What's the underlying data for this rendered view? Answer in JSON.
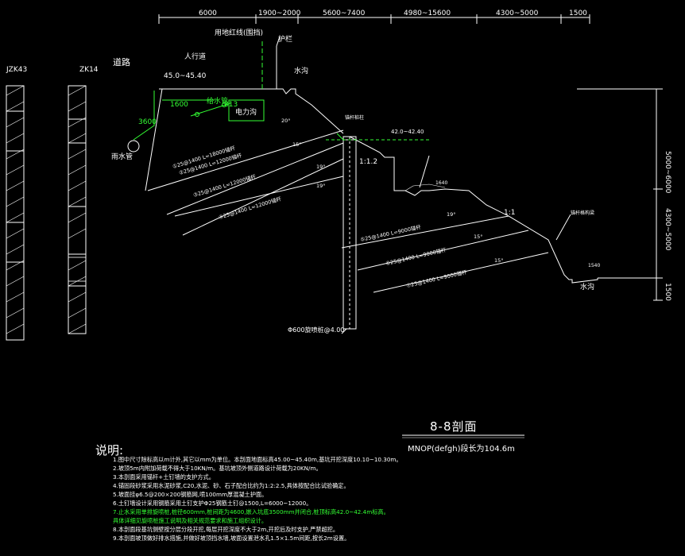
{
  "colors": {
    "background": "#000000",
    "line": "#ffffff",
    "accent_green": "#33ff33",
    "accent_cyan": "#00e0ff"
  },
  "dimensions_top": [
    "6000",
    "1900~2000",
    "5600~7400",
    "4980~15600",
    "4300~5000",
    "1500"
  ],
  "dimensions_right": [
    "5000~6000",
    "4300~5000",
    "1500"
  ],
  "labels": {
    "land_line": "用地红线(围挡)",
    "guardrail": "护栏",
    "sidewalk": "人行道",
    "road": "道路",
    "ditch_top": "水沟",
    "ditch_bottom": "水沟",
    "elevation_top": "45.0~45.40",
    "elevation_mid": "42.0~42.40",
    "water_supply": "给水管",
    "power_ditch": "电力沟",
    "rain_pipe": "雨水管",
    "dim_1600": "1600",
    "dim_3600": "3600",
    "dim_813": "813",
    "slope_ratio_1": "1:1.2",
    "slope_ratio_2": "1:1",
    "pile_label": "Φ600旋喷桩@4.00",
    "anchor_label_left": "锚杆桩柱",
    "anchor_label_right": "锚杆格构梁",
    "dim_1640": "1640",
    "dim_1540": "1540"
  },
  "anchors": [
    {
      "text": "①25@1400  L=18000锚杆",
      "angle": "20°"
    },
    {
      "text": "②25@1400  L=12000锚杆",
      "angle": "15°"
    },
    {
      "text": "③25@1400  L=12000锚杆",
      "angle": "19°"
    },
    {
      "text": "④25@1400  L=12000锚杆",
      "angle": "19°"
    },
    {
      "text": "⑤25@1400  L=9000锚杆",
      "angle": "19°"
    },
    {
      "text": "⑥25@1400  L=9000锚杆",
      "angle": "15°"
    },
    {
      "text": "⑦25@1400  L=9000锚杆",
      "angle": "15°"
    }
  ],
  "boreholes": [
    {
      "name": "JZK43"
    },
    {
      "name": "ZK14"
    }
  ],
  "title": "8-8剖面",
  "subtitle": "MNOP(defgh)段长为104.6m",
  "notes_title": "说明:",
  "notes": [
    {
      "text": "1.图中尺寸除标高以m计外,其它以mm为单位。本剖面地面标高45.00~45.40m,基坑开挖深度10.10~10.30m。",
      "green": false
    },
    {
      "text": "2.坡顶5m内附加荷载不得大于10KN/m。基坑坡顶外侧道路设计荷载为20KN/m。",
      "green": false
    },
    {
      "text": "3.本剖面采用锚杆+土钉墙的支护方式。",
      "green": false
    },
    {
      "text": "4.锚固段砂浆采用水泥砂浆,C20,水泥、砂、石子配合比约为1:2:2.5,具体按配合比试验确定。",
      "green": false
    },
    {
      "text": "5.坡面挂φ6.5@200×200钢筋网,喷100mm厚混凝土护面。",
      "green": false
    },
    {
      "text": "6.土钉墙设计采用钢筋采用土钉支护Φ25钢筋土钉@1500,L=6000~12000。",
      "green": false
    },
    {
      "text": "7.止水采用单排旋喷桩,桩径600mm,桩间距为4600,嵌入坑底3500mm并闭合,桩顶标高42.0~42.4m标高。",
      "green": true
    },
    {
      "text": "具体详细见旋喷桩施工说明及相关规范要求和施工组织设计。",
      "green": true
    },
    {
      "text": "8.本剖面段基坑侧壁按分层分段开挖,每层开挖深度不大于2m,开挖后及时支护,严禁超挖。",
      "green": false
    },
    {
      "text": "9.本剖面坡顶做好排水措施,并做好坡顶挡水墙,坡面设置泄水孔1.5×1.5m间距,按长2m设置。",
      "green": false
    }
  ]
}
